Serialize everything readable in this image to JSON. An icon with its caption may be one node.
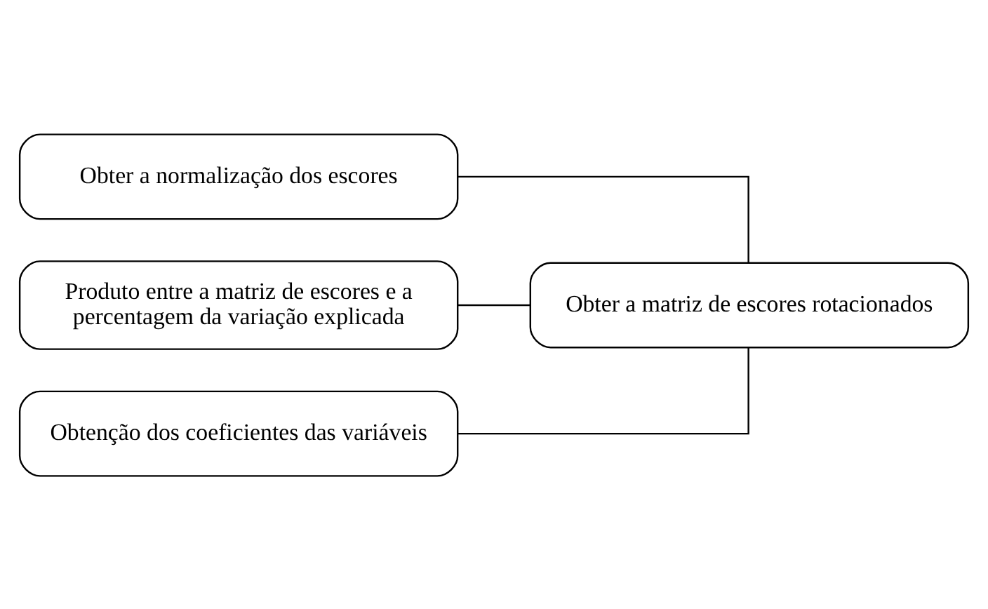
{
  "diagram": {
    "nodes": [
      {
        "text": [
          "Obter a matriz de escores rotacionados"
        ]
      },
      {
        "text": [
          "Obter a normalização dos escores"
        ]
      },
      {
        "text": [
          "Produto entre a matriz de escores e a percentagem da variação explicada"
        ]
      },
      {
        "text": [
          "Obtenção dos coeficientes das variáveis"
        ]
      }
    ],
    "edges": [
      {
        "from": 0,
        "to": 1,
        "arrow": "none"
      },
      {
        "from": 0,
        "to": 2,
        "arrow": "none"
      },
      {
        "from": 0,
        "to": 3,
        "arrow": "none"
      }
    ]
  }
}
